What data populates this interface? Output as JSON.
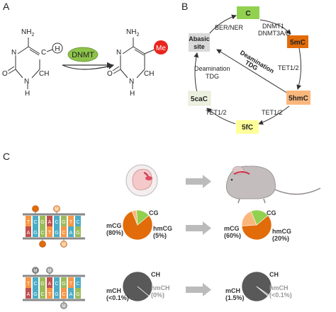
{
  "panels": {
    "a": "A",
    "b": "B",
    "c": "C"
  },
  "panel_a": {
    "left_molecule": {
      "amine": "NH",
      "amine_sub": "2",
      "n3": "N",
      "c5": "C",
      "h_circle": "H",
      "o": "O",
      "n1_h": "H",
      "n1": "N",
      "ch6": "CH"
    },
    "enzyme": "DNMT",
    "right_molecule": {
      "amine": "NH",
      "amine_sub": "2",
      "n3": "N",
      "me": "Me",
      "o": "O",
      "n1_h": "H",
      "n1": "N",
      "ch6": "CH"
    },
    "colors": {
      "enzyme": "#8dc34a",
      "me": "#e8251f"
    }
  },
  "panel_b": {
    "nodes": {
      "c": "C",
      "fivemc": "5mC",
      "fivehmc": "5hmC",
      "fivefc": "5fC",
      "fivecac": "5caC",
      "abasic_1": "Abasic",
      "abasic_2": "site"
    },
    "labels": {
      "dnmt1": "DNMT1",
      "dnmt3": "DNMT3A/B",
      "tet_mc": "TET1/2",
      "tet_hmc": "TET1/2",
      "tet_fc": "TET1/2",
      "deam_left_1": "Deamination",
      "deam_left_2": "TDG",
      "deam_diag_1": "Deamination",
      "deam_diag_2": "TDG",
      "ber": "BER/NER"
    },
    "colors": {
      "c": "#92d050",
      "fivemc": "#e26b0a",
      "fivehmc": "#fab77c",
      "fivefc": "#ffff99",
      "fivecac": "#ebf1de",
      "abasic": "#d9d9d9"
    }
  },
  "panel_c": {
    "dna_letters_top": [
      "T",
      "C",
      "G",
      "A",
      "C",
      "G",
      "T",
      "C"
    ],
    "dna_letters_bottom": [
      "A",
      "G",
      "C",
      "T",
      "G",
      "C",
      "A",
      "G"
    ],
    "dna_colors": [
      "#f79646",
      "#4bacc6",
      "#9bbb59",
      "#c0504d",
      "#4bacc6",
      "#9bbb59",
      "#f79646",
      "#4bacc6"
    ],
    "mods_row1": [
      "M",
      "M",
      "M",
      "M"
    ],
    "mods_row2": [
      "M",
      "M",
      "M"
    ],
    "chart_data": [
      {
        "type": "pie",
        "labels": [
          "mCG",
          "hmCG",
          "CG"
        ],
        "values": [
          80,
          5,
          15
        ],
        "colors": [
          "#e26b0a",
          "#fab77c",
          "#92d050"
        ],
        "label_texts": [
          [
            "mCG",
            "(80%)"
          ],
          [
            "hmCG",
            "(5%)"
          ],
          [
            "CG"
          ]
        ]
      },
      {
        "type": "pie",
        "labels": [
          "mCG",
          "hmCG",
          "CG"
        ],
        "values": [
          60,
          20,
          20
        ],
        "colors": [
          "#e26b0a",
          "#fab77c",
          "#92d050"
        ],
        "label_texts": [
          [
            "mCG",
            "(60%)"
          ],
          [
            "hmCG",
            "(20%)"
          ],
          [
            "CG"
          ]
        ]
      },
      {
        "type": "pie",
        "labels": [
          "CH",
          "mCH",
          "hmCH"
        ],
        "values": [
          99.9,
          0.05,
          0.05
        ],
        "colors": [
          "#595959",
          "#8a8a8a",
          "#bfbfbf"
        ],
        "label_texts": [
          [
            "CH"
          ],
          [
            "mCH",
            "(<0.1%)"
          ],
          [
            "hmCH",
            "(0%)"
          ]
        ]
      },
      {
        "type": "pie",
        "labels": [
          "CH",
          "mCH",
          "hmCH"
        ],
        "values": [
          98.4,
          1.5,
          0.1
        ],
        "colors": [
          "#595959",
          "#8a8a8a",
          "#bfbfbf"
        ],
        "label_texts": [
          [
            "CH"
          ],
          [
            "mCH",
            "(1.5%)"
          ],
          [
            "hmCH",
            "(<0.1%)"
          ]
        ]
      }
    ]
  }
}
